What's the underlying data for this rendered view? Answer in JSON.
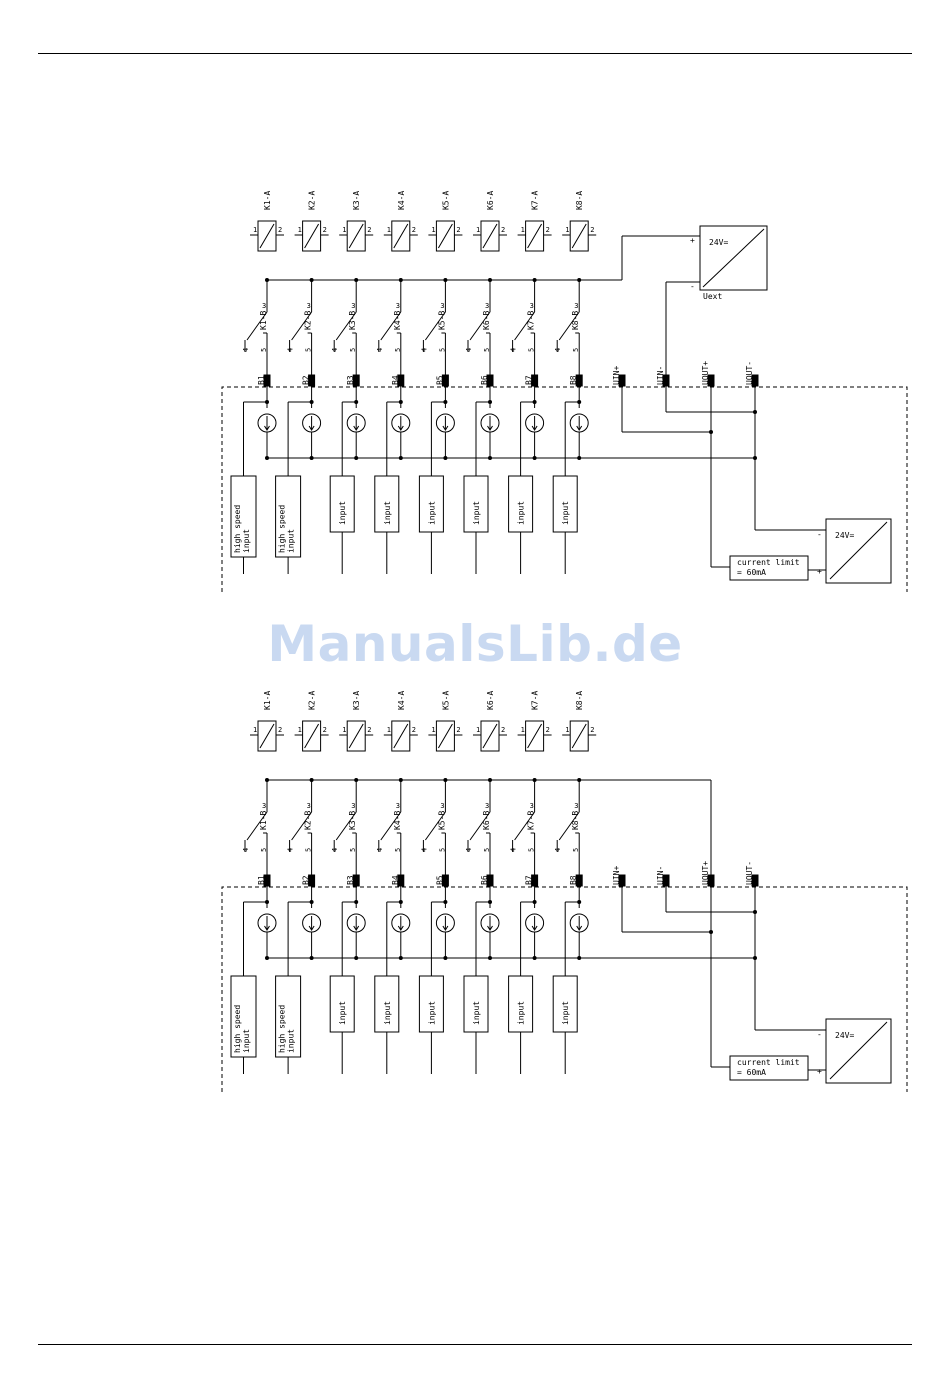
{
  "watermark": "ManualsLib.de",
  "relays": [
    {
      "coil": "K1-A",
      "contact": "K1-B",
      "terminal": "B1",
      "input": "high speed input"
    },
    {
      "coil": "K2-A",
      "contact": "K2-B",
      "terminal": "B2",
      "input": "high speed input"
    },
    {
      "coil": "K3-A",
      "contact": "K3-B",
      "terminal": "B3",
      "input": "input"
    },
    {
      "coil": "K4-A",
      "contact": "K4-B",
      "terminal": "B4",
      "input": "input"
    },
    {
      "coil": "K5-A",
      "contact": "K5-B",
      "terminal": "B5",
      "input": "input"
    },
    {
      "coil": "K6-A",
      "contact": "K6-B",
      "terminal": "B6",
      "input": "input"
    },
    {
      "coil": "K7-A",
      "contact": "K7-B",
      "terminal": "B7",
      "input": "input"
    },
    {
      "coil": "K8-A",
      "contact": "K8-B",
      "terminal": "B8",
      "input": "input"
    }
  ],
  "coil_pins": [
    "1",
    "2"
  ],
  "contact_pins": [
    "3",
    "4",
    "5"
  ],
  "supply_terminals": [
    "UIN+",
    "UIN-",
    "UOUT+",
    "UOUT-"
  ],
  "internal_supply": {
    "label": "24V=",
    "plus": "+",
    "minus": "-"
  },
  "external_supply": {
    "label": "24V=",
    "plus": "+",
    "minus": "-",
    "name": "Uext"
  },
  "current_limit": [
    "current limit",
    "= 60mA"
  ],
  "diagrams": [
    {
      "id": "diagram-external-supply",
      "has_external_supply": true
    },
    {
      "id": "diagram-internal-supply",
      "has_external_supply": false
    }
  ]
}
